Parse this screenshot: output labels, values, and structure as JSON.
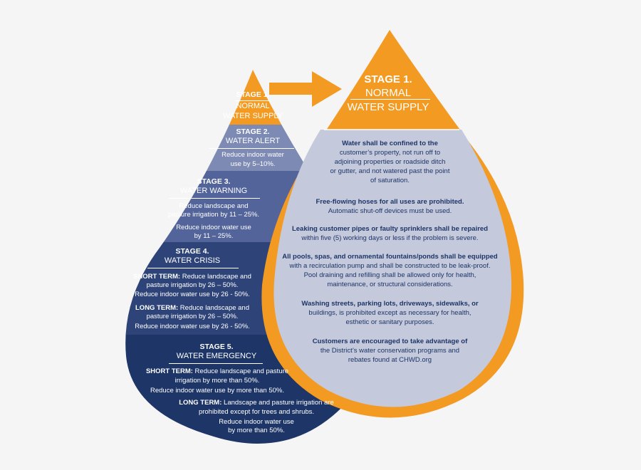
{
  "colors": {
    "background": "#f5f5f5",
    "orange": "#f39a22",
    "stage2": "#7d8ab4",
    "stage3": "#52649a",
    "stage4": "#2e4479",
    "stage5": "#1d3567",
    "right_body": "#c5c9dc",
    "text_dark": "#1d3567"
  },
  "left_drop": {
    "stage1": {
      "title": "STAGE 1.",
      "line1": "NORMAL",
      "line2": "WATER SUPPLY"
    },
    "stage2": {
      "title": "STAGE 2.",
      "name": "WATER ALERT",
      "text1": "Reduce indoor water",
      "text2": "use by 5–10%."
    },
    "stage3": {
      "title": "STAGE 3.",
      "name": "WATER WARNING",
      "t1": "Reduce landscape and",
      "t2": "pasture irrigation by 11 – 25%.",
      "t3": "Reduce indoor water use",
      "t4": "by 11 – 25%."
    },
    "stage4": {
      "title": "STAGE 4.",
      "name": "WATER CRISIS",
      "short_label": "SHORT TERM:",
      "short1": " Reduce landscape and",
      "short2": "pasture irrigation by 26 – 50%.",
      "short3": "Reduce indoor water use by 26 - 50%.",
      "long_label": "LONG TERM:",
      "long1": " Reduce landscape and",
      "long2": "pasture irrigation by 26 – 50%.",
      "long3": "Reduce indoor water use by 26 - 50%."
    },
    "stage5": {
      "title": "STAGE 5.",
      "name": "WATER EMERGENCY",
      "short_label": "SHORT TERM:",
      "short1": " Reduce landscape and pasture",
      "short2": "irrigation by more than 50%.",
      "short3": "Reduce indoor water use by more than 50%.",
      "long_label": "LONG TERM:",
      "long1": " Landscape and pasture irrigation are",
      "long2": "prohibited except for trees and shrubs.",
      "long3": "Reduce indoor water use",
      "long4": "by more than 50%."
    }
  },
  "right_drop": {
    "title": "STAGE 1.",
    "line1": "NORMAL",
    "line2": "WATER SUPPLY",
    "p1": {
      "b1": "Water shall be confined to the",
      "l1": "customer’s property, not run off to",
      "l2": "adjoining properties or roadside ditch",
      "l3": "or gutter, and not watered past the point",
      "l4": "of saturation."
    },
    "p2": {
      "b1": "Free-flowing hoses for all uses are prohibited.",
      "l1": "Automatic shut-off devices must be used."
    },
    "p3": {
      "b1": "Leaking customer pipes or faulty sprinklers shall be repaired",
      "l1": "within five (5) working days or less if the problem is severe."
    },
    "p4": {
      "b1": "All pools, spas, and ornamental fountains/ponds shall be equipped",
      "l1": "with a recirculation pump and shall be constructed to be leak-proof.",
      "l2": "Pool draining and refilling shall be allowed only for health,",
      "l3": "maintenance, or structural considerations."
    },
    "p5": {
      "b1": "Washing streets, parking lots, driveways, sidewalks, or",
      "l1": "buildings, is prohibited except as necessary for health,",
      "l2": "esthetic or sanitary purposes."
    },
    "p6": {
      "b1": "Customers are encouraged to take advantage of",
      "l1": "the District’s water conservation programs and",
      "l2": "rebates found at CHWD.org"
    }
  }
}
